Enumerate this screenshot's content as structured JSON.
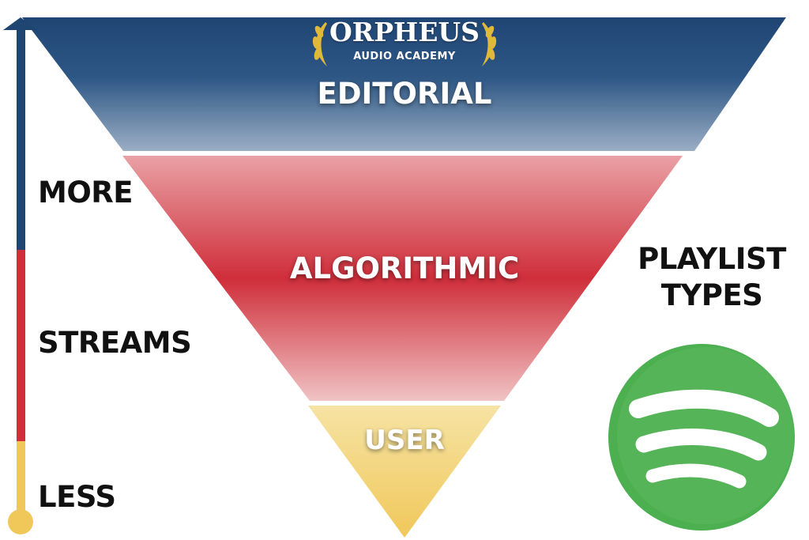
{
  "logo": {
    "name": "ORPHEUS",
    "subtitle": "AUDIO ACADEMY"
  },
  "funnel": {
    "tiers": [
      {
        "label": "EDITORIAL",
        "color_top": "#1f4573",
        "color_bottom": "#9aaec4"
      },
      {
        "label": "ALGORITHMIC",
        "color_top": "#e9a1a5",
        "color_mid": "#cf2e3a",
        "color_bottom": "#f0c3c4"
      },
      {
        "label": "USER",
        "color_top": "#f6e3a4",
        "color_bottom": "#f0c85a"
      }
    ]
  },
  "streams_axis": {
    "top_label": "MORE",
    "middle_label": "STREAMS",
    "bottom_label": "LESS",
    "colors": {
      "top": "#1f4573",
      "middle": "#cf2e3a",
      "bottom": "#f0c85a"
    }
  },
  "side_title": {
    "line1": "PLAYLIST",
    "line2": "TYPES"
  },
  "brand": {
    "icon": "spotify-icon",
    "color": "#4caf50"
  }
}
